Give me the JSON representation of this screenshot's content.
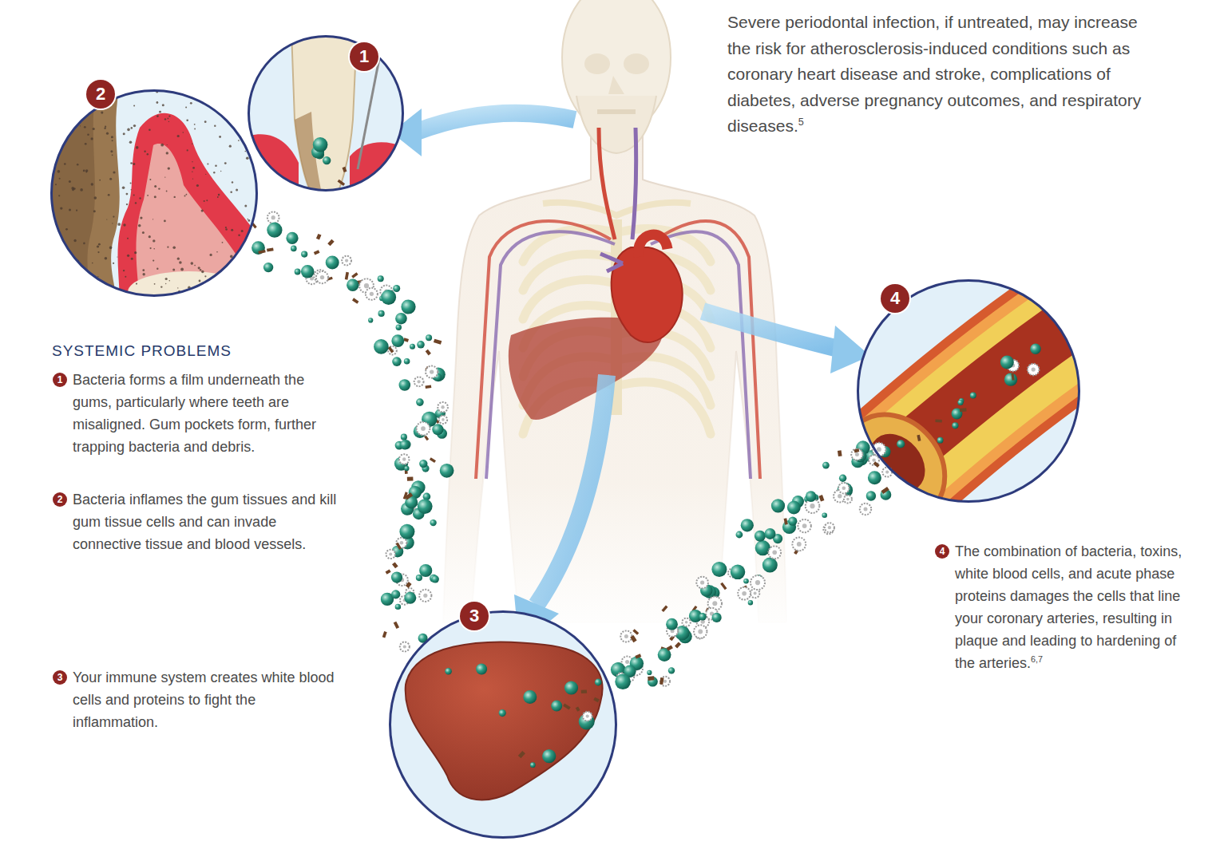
{
  "diagram": {
    "title": "SYSTEMIC PROBLEMS",
    "nodes": [
      {
        "text": [
          "1"
        ]
      },
      {
        "text": [
          "2"
        ]
      },
      {
        "text": [
          "3"
        ]
      },
      {
        "text": [
          "4"
        ]
      }
    ],
    "labels": [
      "Severe periodontal infection, if untreated, may increase the risk for atherosclerosis-induced conditions such as coronary heart disease and stroke, complications of diabetes, adverse pregnancy outcomes, and respiratory diseases.",
      "5",
      "1",
      "Bacteria forms a film underneath the gums, particularly where teeth are misaligned. Gum pockets form, further trapping bacteria and debris.",
      "2",
      "Bacteria inflames the gum tissues and kill gum tissue cells and can invade connective tissue and blood vessels.",
      "3",
      "Your immune system creates white blood cells and proteins to fight the inflammation.",
      "4",
      "The combination of bacteria, toxins, white blood cells, and acute phase proteins damages the cells that line your coronary arteries, resulting in plaque and leading to hardening of the arteries.",
      "6,7"
    ]
  }
}
